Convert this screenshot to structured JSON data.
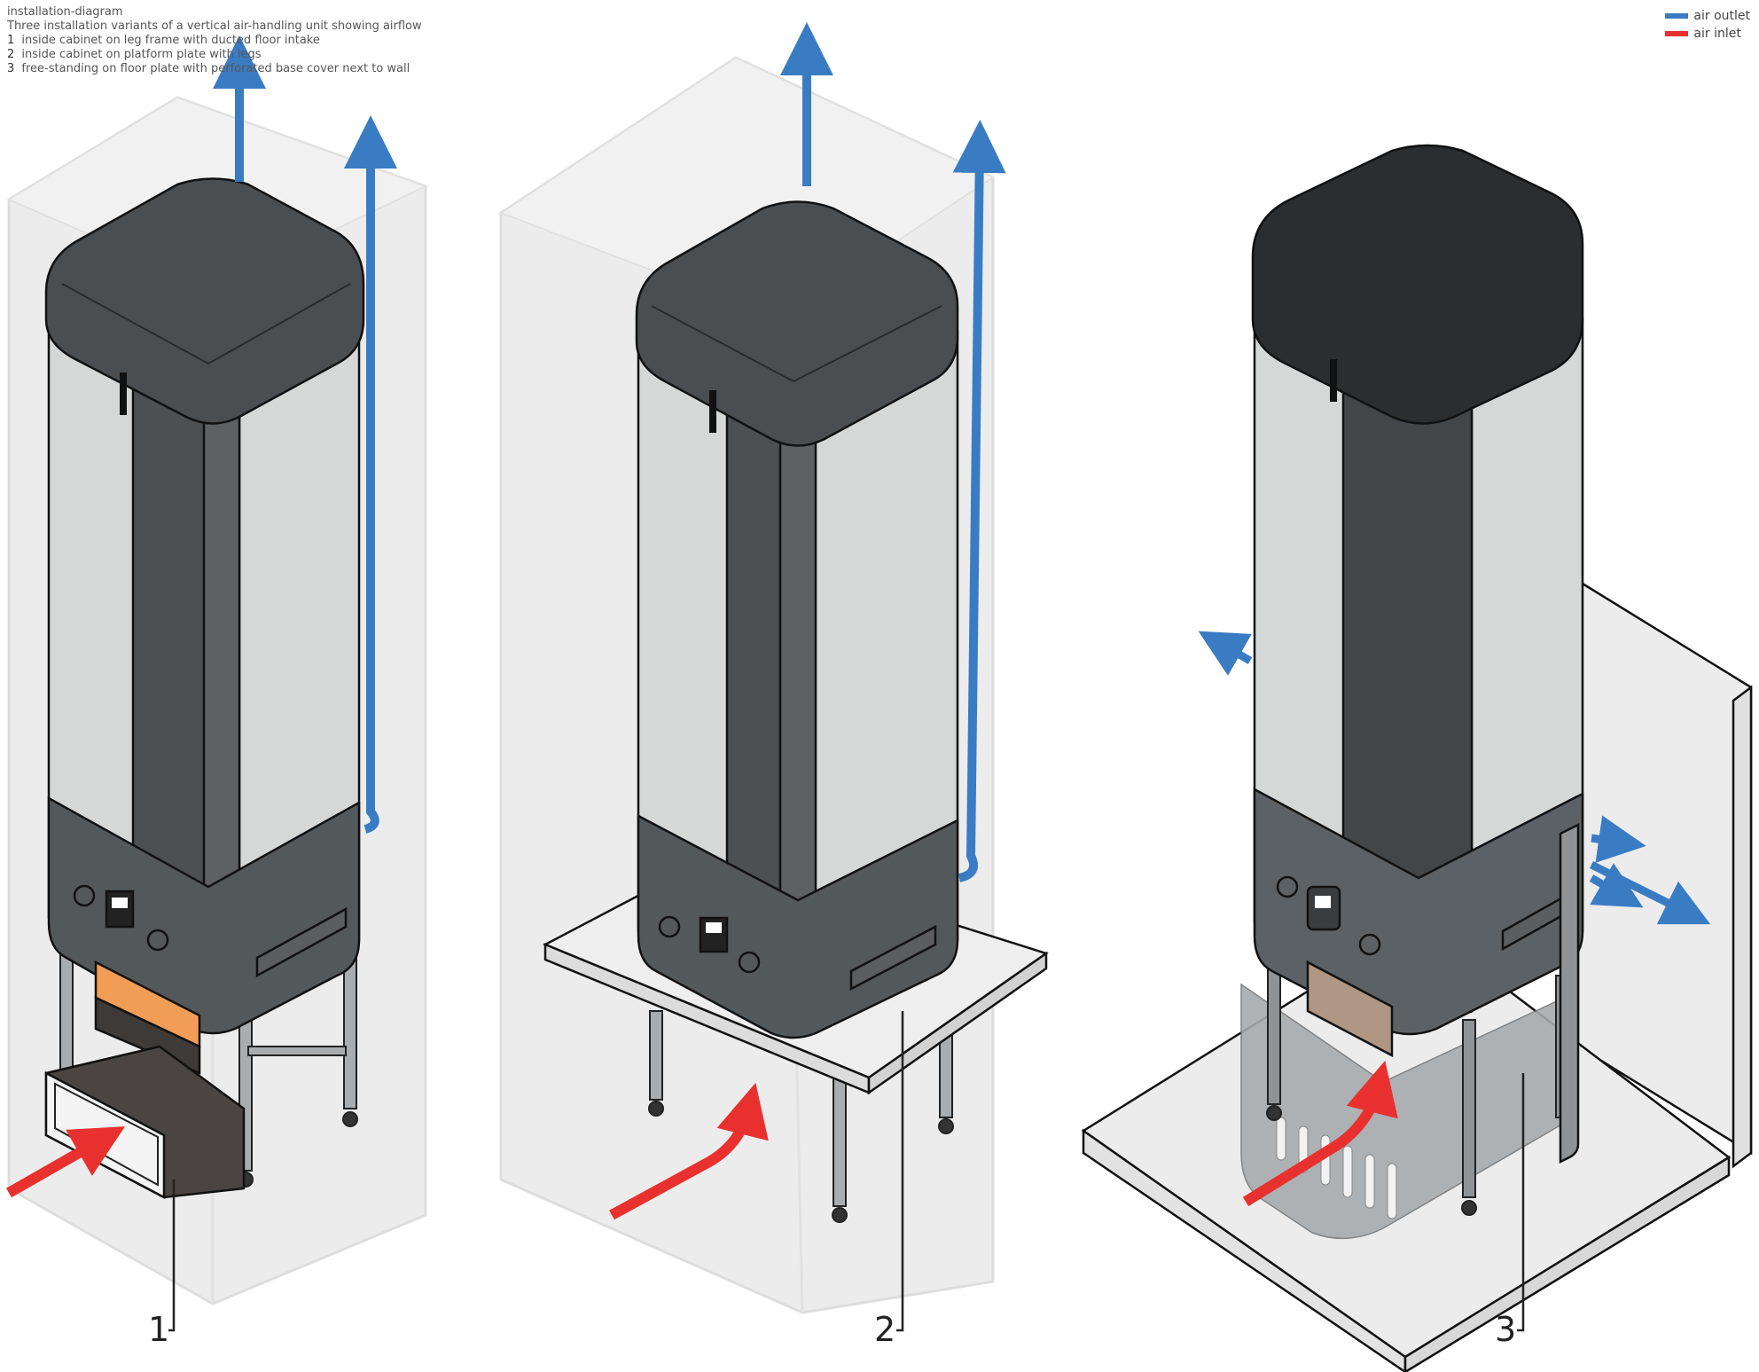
{
  "figure": {
    "type": "installation-diagram",
    "description": "Three installation variants of a vertical air-handling unit showing airflow",
    "variants": [
      {
        "id": "1",
        "label": "1",
        "setting": "inside cabinet on leg frame with ducted floor intake"
      },
      {
        "id": "2",
        "label": "2",
        "setting": "inside cabinet on platform plate with legs"
      },
      {
        "id": "3",
        "label": "3",
        "setting": "free-standing on floor plate with perforated base cover next to wall"
      }
    ]
  },
  "colors": {
    "exhaust_arrow": "#3a7cc4",
    "intake_arrow": "#e8312f",
    "unit_body_dark": "#4c5053",
    "unit_panel_light": "#d6d8d8",
    "unit_cap_dark": "#2b2d2f",
    "filter_orange": "#f29d55",
    "filter_tan": "#b09784",
    "cabinet_glass": "#e6e6e6",
    "floor_plate": "#ececec",
    "line": "#111111"
  },
  "legend": {
    "exhaust": "air outlet",
    "intake": "air inlet"
  }
}
